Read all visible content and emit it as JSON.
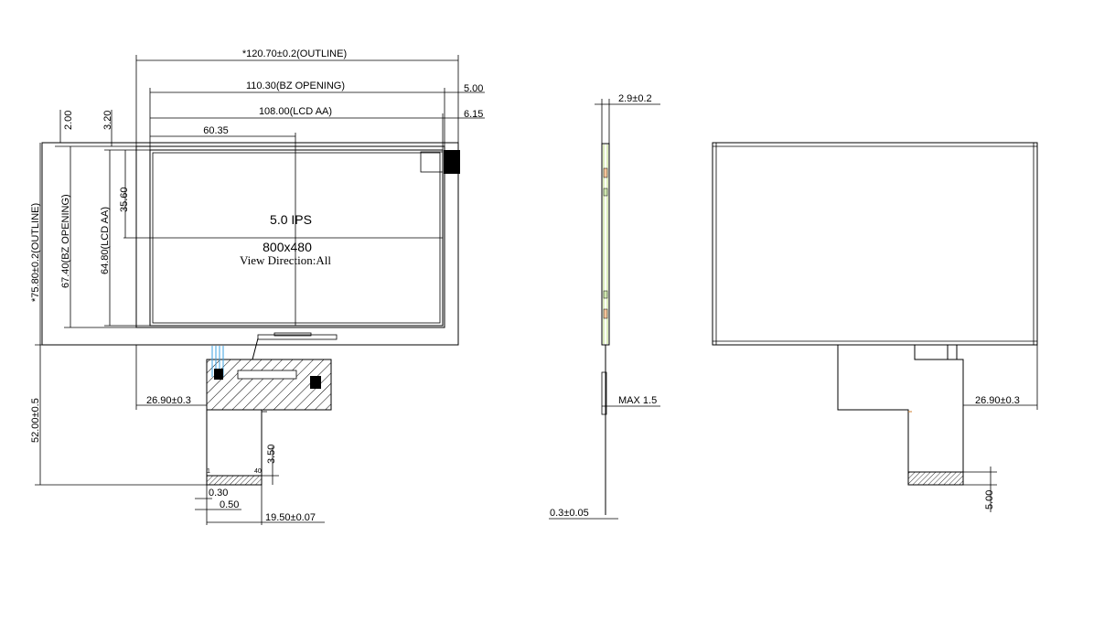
{
  "front_view": {
    "outline_width": "*120.70±0.2(OUTLINE)",
    "bz_opening_width": "110.30(BZ OPENING)",
    "lcd_aa_width": "108.00(LCD AA)",
    "center_x": "60.35",
    "right_offset_bz": "5.00",
    "right_offset_aa": "6.15",
    "top_offset_1": "2.00",
    "top_offset_2": "3.20",
    "center_y": "35.60",
    "outline_height": "*75.80±0.2(OUTLINE)",
    "bz_opening_height": "67.40(BZ OPENING)",
    "lcd_aa_height": "64.80(LCD AA)",
    "panel_size": "5.0  IPS",
    "resolution": "800x480",
    "view_direction": "View Direction:All",
    "fpc_offset": "26.90±0.3",
    "fpc_length": "52.00±0.5",
    "fpc_tab": "3.50",
    "pin_1": "1",
    "pin_40": "40",
    "pitch": "0.30",
    "pin_width": "0.50",
    "fpc_width": "19.50±0.07"
  },
  "side_view": {
    "thickness": "2.9±0.2",
    "max_component": "MAX 1.5",
    "fpc_thickness": "0.3±0.05"
  },
  "back_view": {
    "fpc_offset": "26.90±0.3",
    "stiffener": "5.00"
  }
}
